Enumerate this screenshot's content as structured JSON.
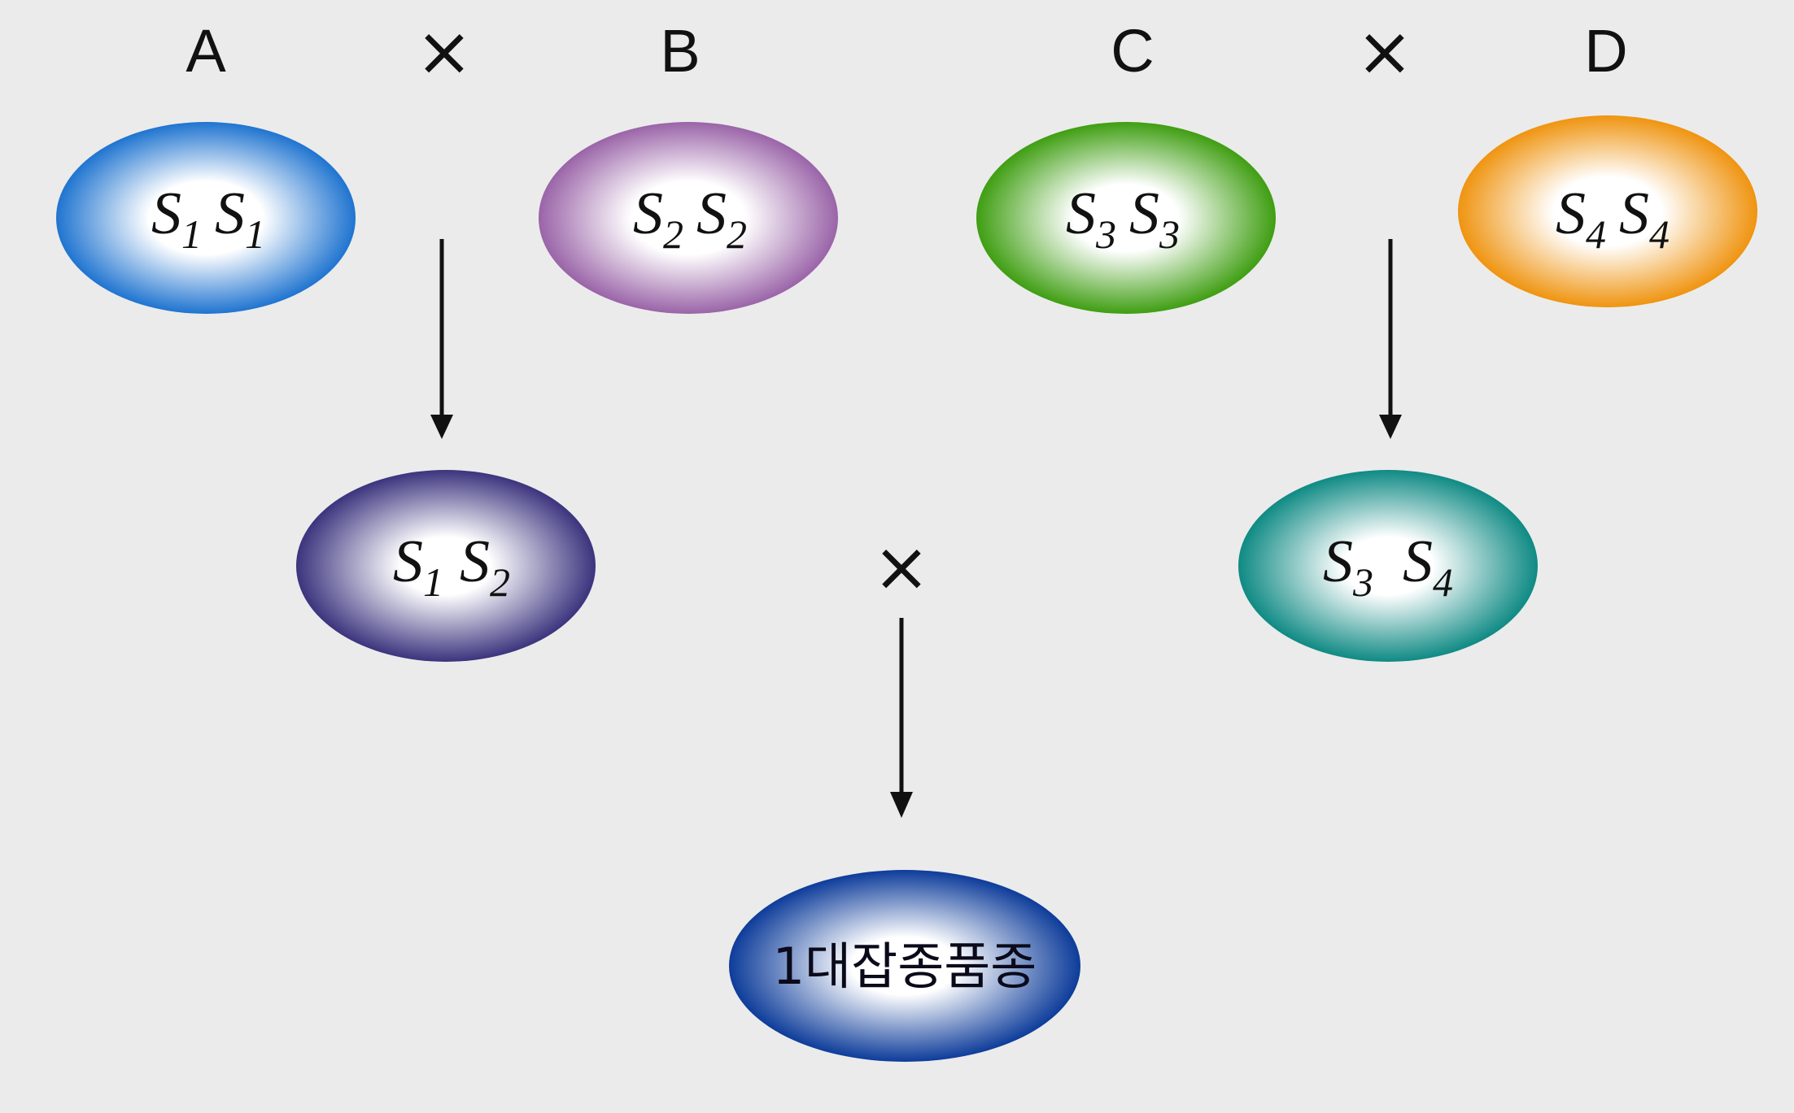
{
  "parents": {
    "a": {
      "label": "A",
      "genotype": {
        "s1": "S",
        "sub1": "1",
        "s2": "S",
        "sub2": "1"
      }
    },
    "b": {
      "label": "B",
      "genotype": {
        "s1": "S",
        "sub1": "2",
        "s2": "S",
        "sub2": "2"
      }
    },
    "c": {
      "label": "C",
      "genotype": {
        "s1": "S",
        "sub1": "3",
        "s2": "S",
        "sub2": "3"
      }
    },
    "d": {
      "label": "D",
      "genotype": {
        "s1": "S",
        "sub1": "4",
        "s2": "S",
        "sub2": "4"
      }
    }
  },
  "crosses": {
    "ab": "×",
    "cd": "×",
    "hybrids": "×"
  },
  "hybrids": {
    "ab": {
      "genotype": {
        "s1": "S",
        "sub1": "1",
        "s2": "S",
        "sub2": "2"
      }
    },
    "cd": {
      "genotype": {
        "s1": "S",
        "sub1": "3",
        "s2": "S",
        "sub2": "4"
      }
    }
  },
  "result": {
    "label": "1대잡종품종"
  },
  "colors": {
    "background": "#ebebeb",
    "parent_a": "#1f74d0",
    "parent_b": "#9a64a8",
    "parent_c": "#3f9e12",
    "parent_d": "#ef9410",
    "hybrid_ab": "#3b347e",
    "hybrid_cd": "#0f8a84",
    "result": "#0d3c9a",
    "line": "#111111"
  }
}
